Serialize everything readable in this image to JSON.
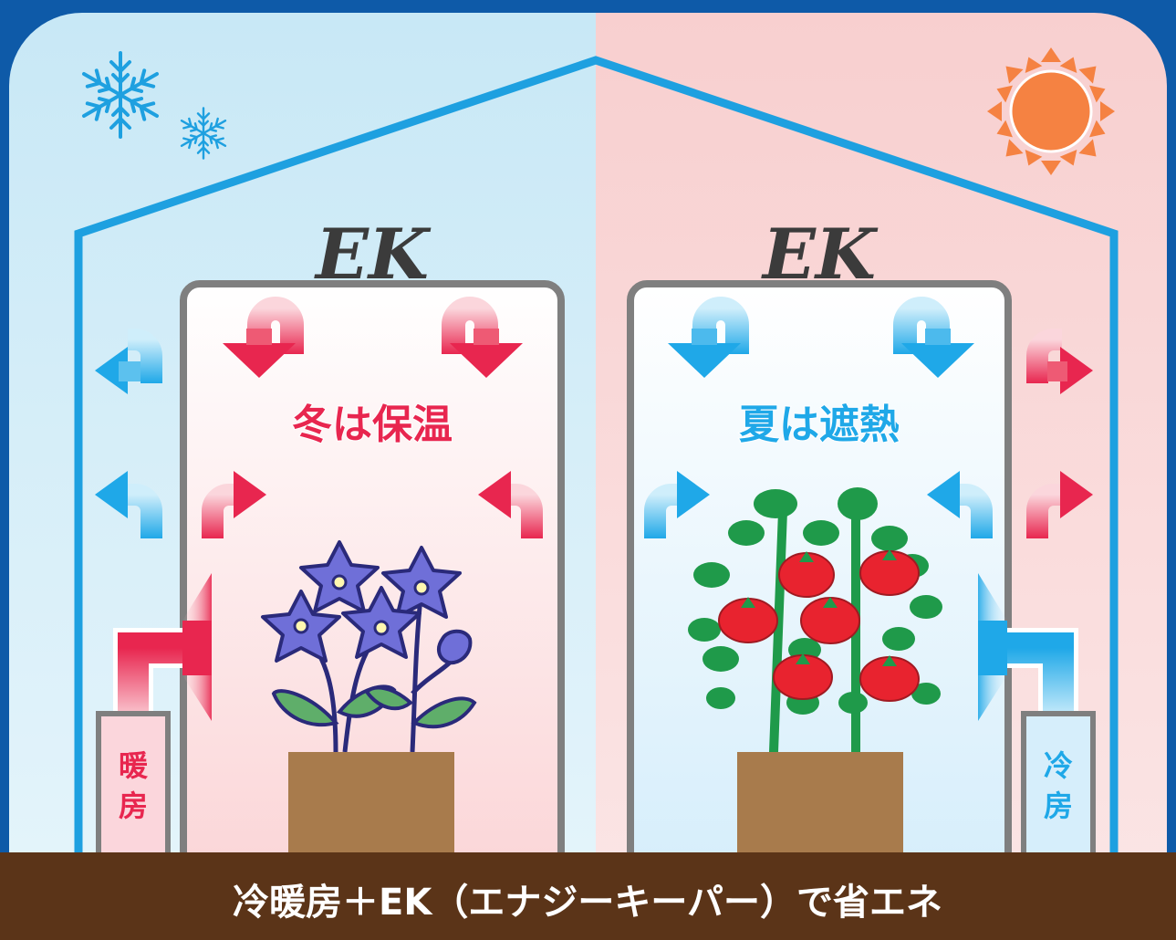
{
  "left_panel": {
    "logo": "EK",
    "caption": "冬は保温",
    "heater_label": [
      "暖",
      "房"
    ],
    "weather_icon": "snowflake-icon",
    "plant": "bellflower"
  },
  "right_panel": {
    "logo": "EK",
    "caption": "夏は遮熱",
    "cooler_label": [
      "冷",
      "房"
    ],
    "weather_icon": "sun-icon",
    "plant": "tomato"
  },
  "footer": {
    "text": "冷暖房＋EK（エナジーキーパー）で省エネ"
  },
  "colors": {
    "frame_blue": "#0e5aa8",
    "greenhouse_line": "#1ea0e0",
    "warm_red": "#e8264f",
    "cool_blue": "#1fa8e8",
    "sun_orange": "#f58242",
    "footer_brown": "#5b3418",
    "pot_brown": "#a87b4c"
  }
}
